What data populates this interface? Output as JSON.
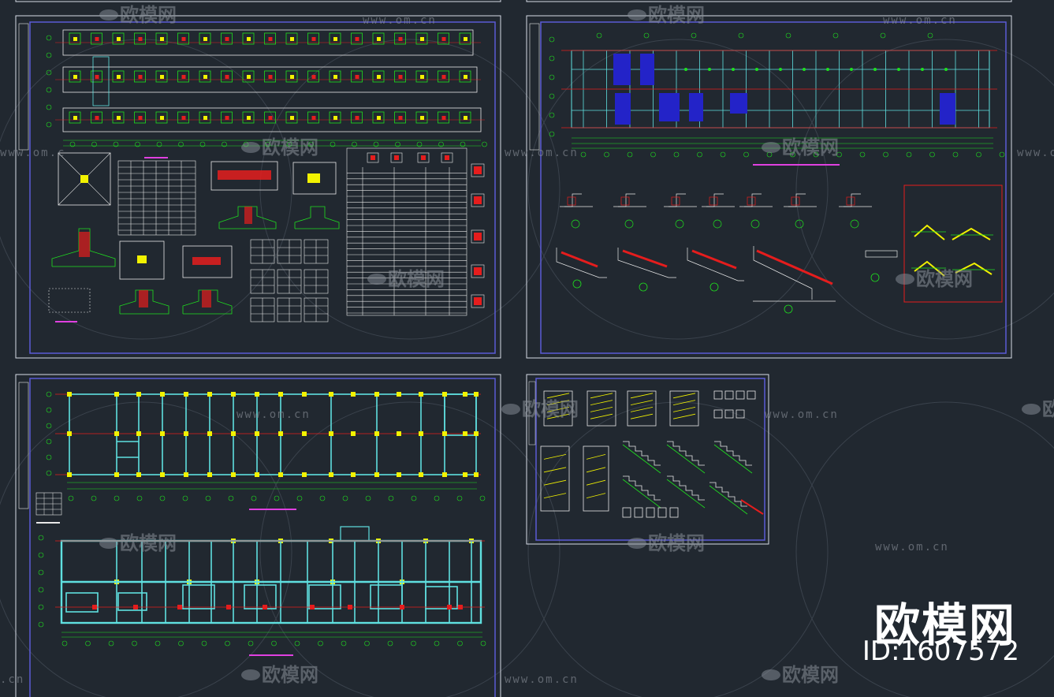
{
  "watermark": {
    "brand_text": "欧模网",
    "url_text": "www.om.cn",
    "url_text_partial": "www.om.c",
    "url_text_short": ".cn"
  },
  "brand_badge": {
    "name": "欧模网",
    "id_label": "ID:1607572"
  },
  "colors": {
    "background": "#212830",
    "sheet_border": "#d7dce6",
    "frame_blue": "#5b5bd6",
    "cad_green": "#1fe01f",
    "cad_red": "#e51d1d",
    "cad_cyan": "#5fe0e0",
    "cad_yellow": "#f2f200",
    "cad_white": "#e8e8e8",
    "cad_magenta": "#e040e0",
    "cad_blue": "#2323c8"
  },
  "sheets": [
    {
      "id": "foundation-plan-sheet",
      "content": "foundation plan and footing details"
    },
    {
      "id": "roof-structure-sheet",
      "content": "roof framing plan and section details"
    },
    {
      "id": "floor-framing-sheet",
      "content": "column layout and beam framing plans"
    },
    {
      "id": "stair-detail-sheet",
      "content": "stair sections and details"
    }
  ]
}
